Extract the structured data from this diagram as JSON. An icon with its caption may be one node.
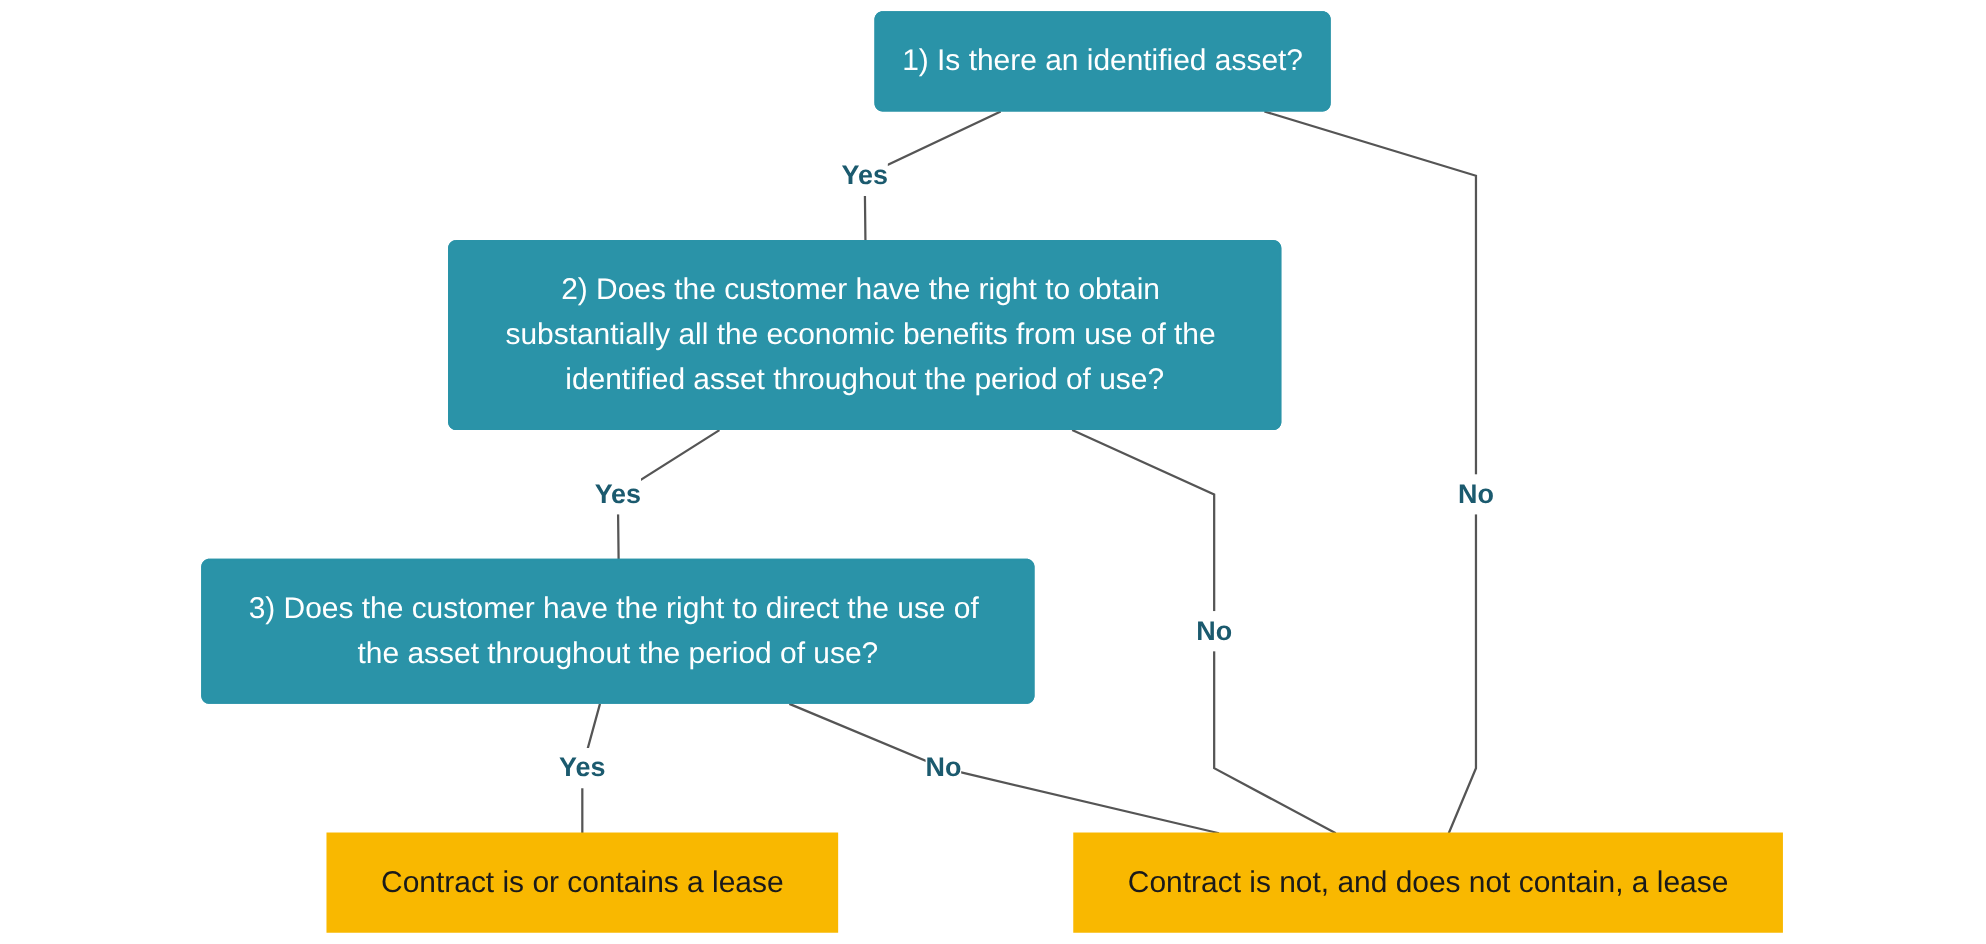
{
  "diagram": {
    "nodes": [
      {
        "text": [
          "1) Is there an identified asset?"
        ]
      },
      {
        "text": [
          "2) Does the customer have the right to obtain substantially all the economic benefits from use of the identified asset throughout the period of use?"
        ]
      },
      {
        "text": [
          "3) Does the customer have the right to direct the use of the asset throughout the period of use?"
        ]
      },
      {
        "text": [
          "Contract is or contains a lease"
        ]
      },
      {
        "text": [
          "Contract is not, and does not contain, a lease"
        ]
      }
    ],
    "edges": [
      {
        "from": 0,
        "to": 1,
        "arrow": "none",
        "label": "Yes"
      },
      {
        "from": 1,
        "to": 2,
        "arrow": "none",
        "label": "Yes"
      },
      {
        "from": 2,
        "to": 3,
        "arrow": "none",
        "label": "Yes"
      },
      {
        "from": 0,
        "to": 4,
        "arrow": "none",
        "label": "No"
      },
      {
        "from": 1,
        "to": 4,
        "arrow": "none",
        "label": "No"
      },
      {
        "from": 2,
        "to": 4,
        "arrow": "none",
        "label": "No"
      }
    ]
  }
}
